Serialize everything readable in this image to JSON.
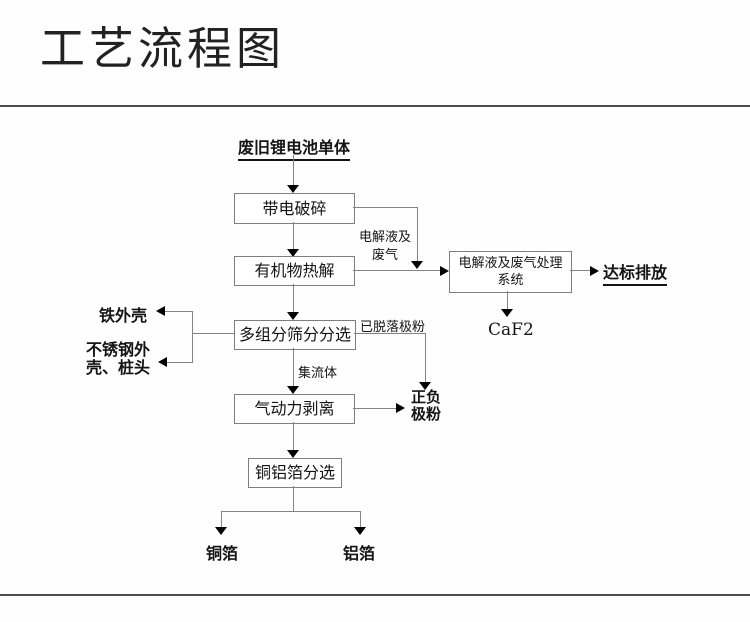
{
  "title": "工艺流程图",
  "flowchart": {
    "source_label": "废旧锂电池单体",
    "nodes": {
      "charged_crushing": "带电破碎",
      "organic_pyrolysis": "有机物热解",
      "multi_component_screening": "多组分筛分分选",
      "pneumatic_stripping": "气动力剥离",
      "cu_al_foil_sorting": "铜铝箔分选",
      "electrolyte_gas_treatment": {
        "line1": "电解液及废气处理",
        "line2": "系统"
      }
    },
    "edge_labels": {
      "electrolyte_and_gas": {
        "line1": "电解液及",
        "line2": "废气"
      },
      "detached_electrode_powder": "已脱落极粉",
      "current_collector": "集流体"
    },
    "outputs": {
      "iron_shell": "铁外壳",
      "stainless_shell": {
        "line1": "不锈钢外",
        "line2": "壳、桩头"
      },
      "electrode_powder": {
        "line1": "正负",
        "line2": "极粉"
      },
      "standard_discharge": "达标排放",
      "caf2": "CaF2",
      "copper_foil": "铜箔",
      "aluminum_foil": "铝箔"
    }
  },
  "colors": {
    "background": "#ffffff",
    "text": "#141414",
    "line": "#838383",
    "arrowhead": "#000000",
    "divider": "#4d4d4d"
  }
}
